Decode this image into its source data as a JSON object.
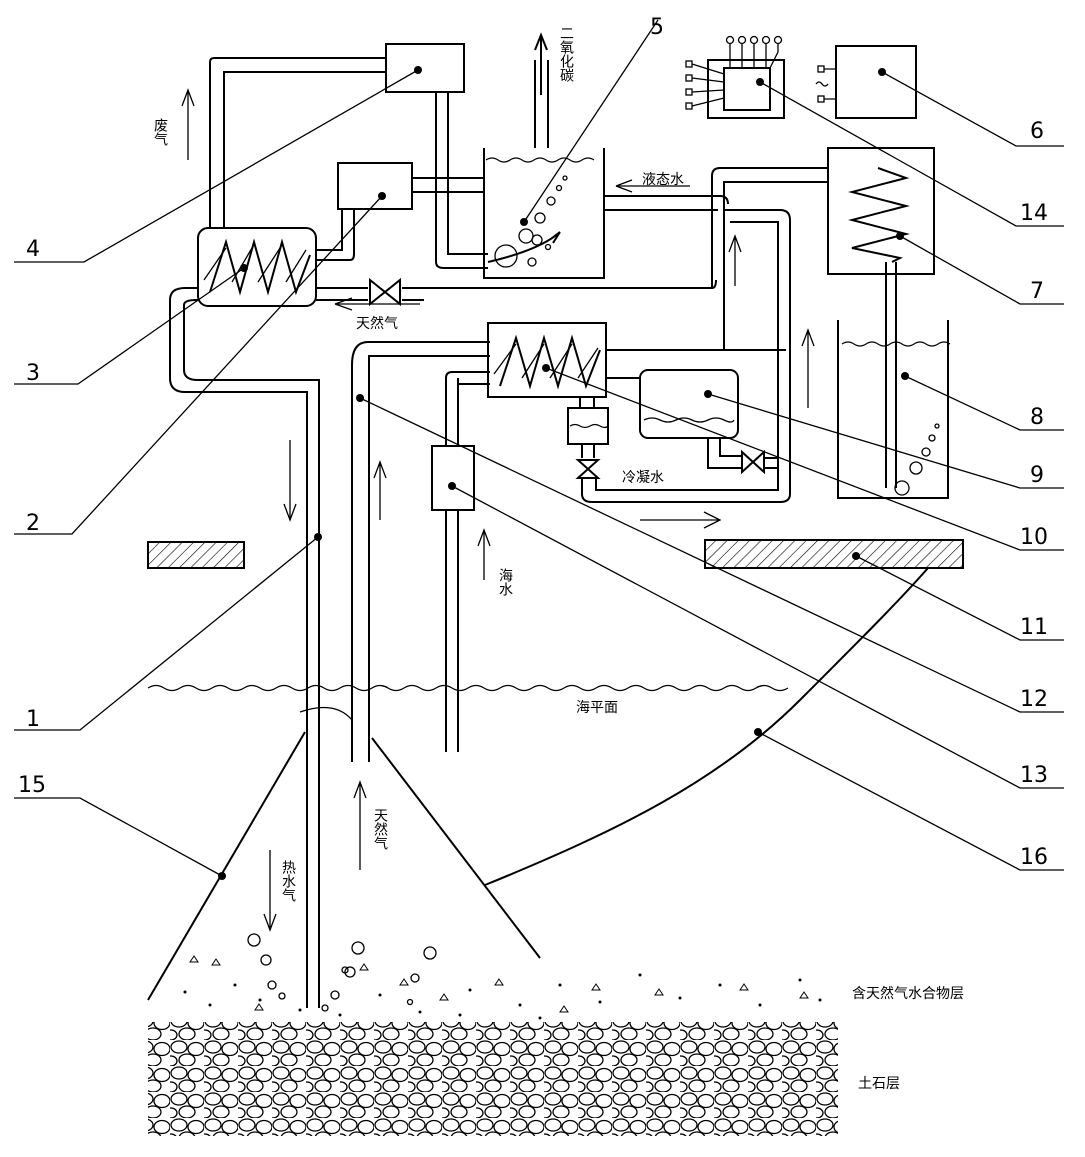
{
  "labels": {
    "waste_gas": "废气",
    "co2": "二氧化碳",
    "liquid_water": "液态水",
    "natural_gas_top": "天然气",
    "condensed_water": "冷凝水",
    "sea_water": "海水",
    "sea_level": "海平面",
    "natural_gas_well": "天然气",
    "hot_steam": "热水气",
    "hydrate_layer": "含天然气水合物层",
    "rock_layer": "土石层"
  },
  "numbers": [
    "1",
    "2",
    "3",
    "4",
    "5",
    "6",
    "7",
    "8",
    "9",
    "10",
    "11",
    "12",
    "13",
    "14",
    "15",
    "16"
  ]
}
